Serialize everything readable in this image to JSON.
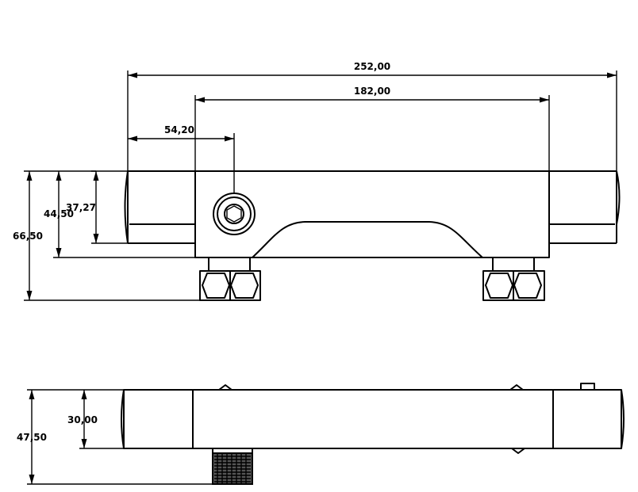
{
  "dimensions": {
    "overall_length": "252,00",
    "body_length": "182,00",
    "outlet_offset": "54,20",
    "height_37": "37,27",
    "height_44": "44,50",
    "height_66": "66,50",
    "bottom_height_30": "30,00",
    "bottom_height_47": "47,50"
  }
}
